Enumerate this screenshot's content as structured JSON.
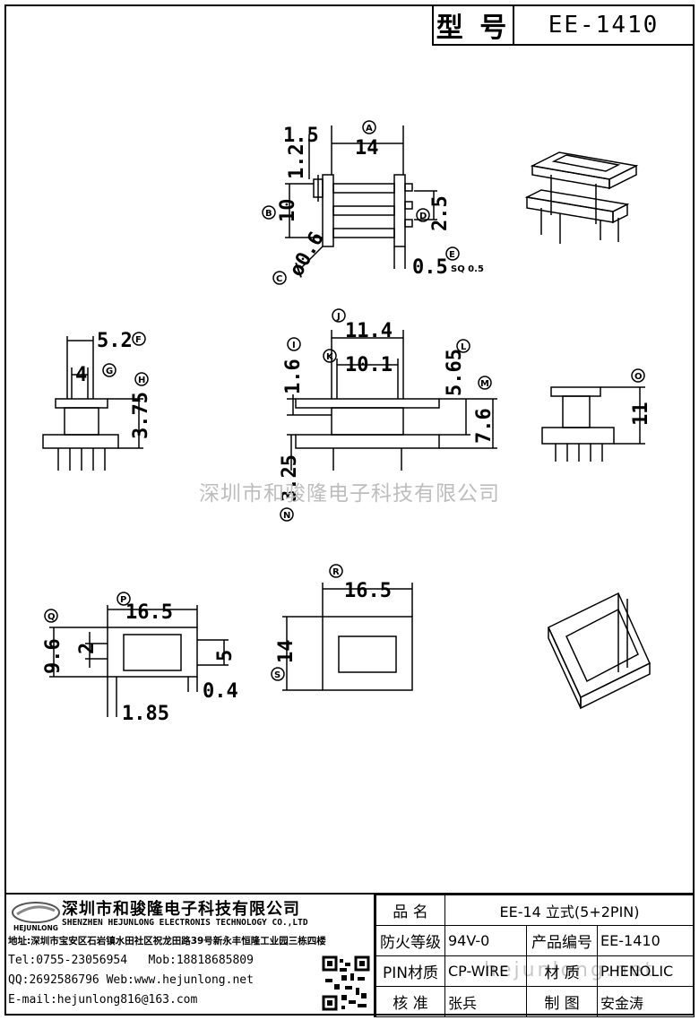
{
  "header": {
    "model_label": "型 号",
    "model_value": "EE-1410"
  },
  "dimensions": {
    "top_view": {
      "d_1_5": "1.5",
      "d_14": "14",
      "d_1_2": "1.2",
      "d_10": "10",
      "d_2_5": "2.5",
      "d_0_6": "ø0.6",
      "d_0_5": "0.5",
      "d_sq": "SQ 0.5"
    },
    "side_view": {
      "d_5_2": "5.2",
      "d_4": "4",
      "d_3_75": "3.75"
    },
    "front_view": {
      "d_11_4": "11.4",
      "d_10_1": "10.1",
      "d_1_6": "1.6",
      "d_5_65": "5.65",
      "d_7_6": "7.6",
      "d_3_25": "3.25"
    },
    "right_view": {
      "d_11": "11"
    },
    "bottom_view": {
      "d_16_5": "16.5",
      "d_9_6": "9.6",
      "d_2": "2",
      "d_5": "5",
      "d_0_4": "0.4",
      "d_1_85": "1.85"
    },
    "plan_view": {
      "d_16_5": "16.5",
      "d_14": "14"
    }
  },
  "callouts": [
    "A",
    "B",
    "C",
    "D",
    "E",
    "F",
    "G",
    "H",
    "I",
    "J",
    "K",
    "L",
    "M",
    "N",
    "O",
    "P",
    "Q",
    "R",
    "S"
  ],
  "watermark": "深圳市和骏隆电子科技有限公司",
  "watermark_url": "hejunlong.net",
  "company": {
    "logo_text": "HEJUNLONG",
    "name_cn": "深圳市和骏隆电子科技有限公司",
    "name_en": "SHENZHEN HEJUNLONG ELECTRONIS TECHNOLOGY CO.,LTD",
    "address": "地址:深圳市宝安区石岩镇水田社区祝龙田路39号新永丰恒隆工业园三栋四楼",
    "tel": "Tel:0755-23056954",
    "mob": "Mob:18818685809",
    "qq": "QQ:2692586796 Web:www.hejunlong.net",
    "email": "E-mail:hejunlong816@163.com"
  },
  "spec": {
    "product_name_label": "品 名",
    "product_name": "EE-14 立式(5+2PIN)",
    "fire_label": "防火等级",
    "fire": "94V-0",
    "code_label": "产品编号",
    "code": "EE-1410",
    "pin_label": "PIN材质",
    "pin": "CP-WIRE",
    "material_label": "材 质",
    "material": "PHENOLIC",
    "check_label": "核 准",
    "check": "张兵",
    "draw_label": "制 图",
    "draw": "安金涛"
  },
  "colors": {
    "line": "#000000",
    "watermark": "#bdbdbd"
  }
}
